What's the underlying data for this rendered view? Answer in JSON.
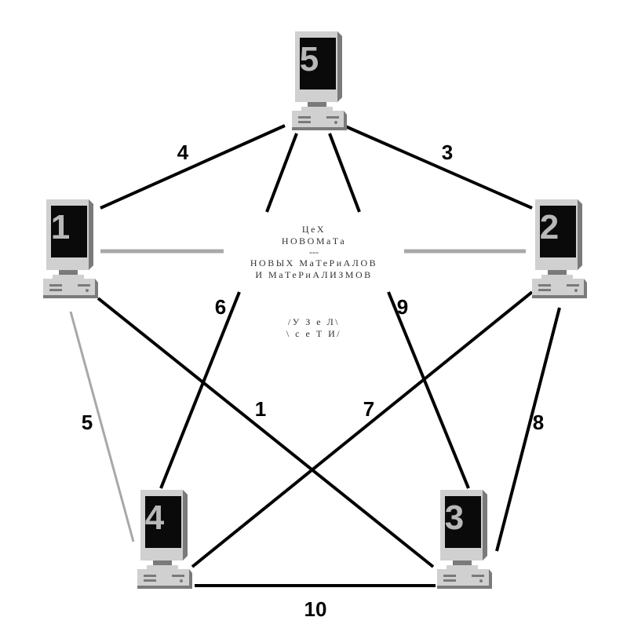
{
  "colors": {
    "link_dark": "#000000",
    "link_light": "#a8a8a8",
    "screen": "#0a0a0a",
    "number": "#b8b8b8",
    "case": "#d0d0d0",
    "case_dark": "#7a7a7a"
  },
  "center_text": {
    "line1": "ЦеХ",
    "line2": "НОВОМаТа",
    "line3": "---",
    "line4": "НОВЫХ МаТеРиАЛОВ",
    "line5": "И МаТеРиАЛИЗМОВ",
    "line6": "/У З е Л\\",
    "line7": "\\ с е Т И/"
  },
  "nodes": [
    {
      "id": "5",
      "label": "5"
    },
    {
      "id": "1",
      "label": "1"
    },
    {
      "id": "2",
      "label": "2"
    },
    {
      "id": "4",
      "label": "4"
    },
    {
      "id": "3",
      "label": "3"
    }
  ],
  "edges": [
    {
      "label": "4",
      "from": "5",
      "to": "1",
      "style": "dark"
    },
    {
      "label": "3",
      "from": "5",
      "to": "2",
      "style": "dark"
    },
    {
      "label": "5",
      "from": "1",
      "to": "4",
      "style": "light"
    },
    {
      "label": "1",
      "from": "1",
      "to": "3",
      "style": "dark"
    },
    {
      "label": "7",
      "from": "2",
      "to": "4",
      "style": "dark"
    },
    {
      "label": "8",
      "from": "2",
      "to": "3",
      "style": "dark"
    },
    {
      "label": "6",
      "from": "5",
      "to": "4",
      "style": "dark"
    },
    {
      "label": "9",
      "from": "5",
      "to": "3",
      "style": "dark"
    },
    {
      "label": "10",
      "from": "4",
      "to": "3",
      "style": "dark"
    },
    {
      "label": "",
      "from": "1",
      "to": "2",
      "style": "light"
    }
  ]
}
